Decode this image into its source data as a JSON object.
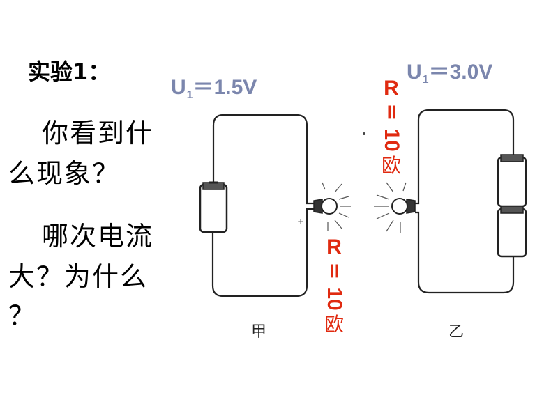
{
  "title": "实验1：",
  "questions": [
    {
      "line1": "你看到什",
      "line2": "么现象？"
    },
    {
      "line1": "哪次电流",
      "line2": "大？为什么",
      "line3": "？"
    }
  ],
  "circuit_a": {
    "voltage_label": "U",
    "voltage_sub": "1",
    "voltage_value": "＝1.5V",
    "r_letter": "R",
    "r_eq": "=",
    "r_value": "10",
    "r_unit": "欧",
    "caption": "甲"
  },
  "circuit_b": {
    "voltage_label": "U",
    "voltage_sub": "1",
    "voltage_value": "＝3.0V",
    "r_letter": "R",
    "r_eq": "=",
    "r_value": "10",
    "r_unit": "欧",
    "caption": "乙"
  },
  "colors": {
    "voltage": "#7b86ad",
    "resistance": "#e02a10",
    "wire": "#222222"
  }
}
